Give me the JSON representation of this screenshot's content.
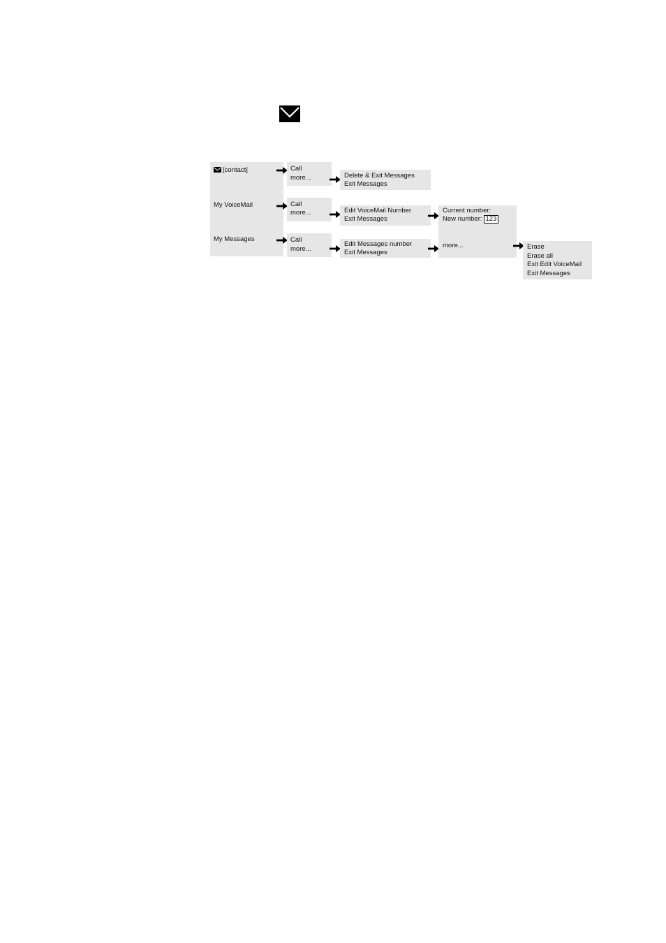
{
  "colors": {
    "box_fill": "#e6e6e6",
    "icon_fill": "#000000",
    "text": "#111111"
  },
  "header_icon": {
    "icon": "envelope-icon"
  },
  "root_menu": {
    "contact_icon": "envelope-icon",
    "items": [
      "[contact]",
      "My VoiceMail",
      "My Messages"
    ]
  },
  "call_menus": [
    {
      "call": "Call",
      "more": "more..."
    },
    {
      "call": "Call",
      "more": "more..."
    },
    {
      "call": "Call",
      "more": "more..."
    }
  ],
  "submenus": {
    "contact": {
      "line1": "Delete & Exit Messages",
      "line2": "Exit Messages"
    },
    "voicemail": {
      "line1": "Edit VoiceMail Number",
      "line2": "Exit Messages"
    },
    "messages": {
      "line1": "Edit Messages number",
      "line2": "Exit Messages"
    }
  },
  "number_editor": {
    "current_label": "Current number:",
    "new_label": "New number:",
    "new_value": "123",
    "more": "more..."
  },
  "final_menu": {
    "items": [
      "Erase",
      "Erase all",
      "Exit Edit VoiceMail",
      "Exit Messages"
    ]
  }
}
